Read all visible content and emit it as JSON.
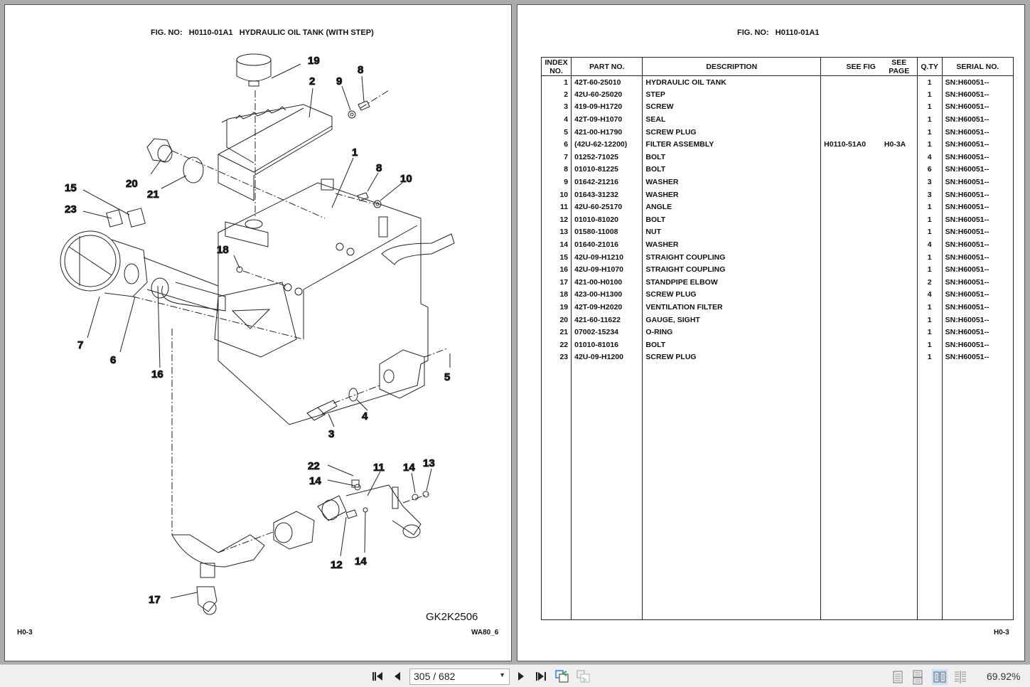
{
  "left_page": {
    "fig_title": "FIG. NO:   H0110-01A1   HYDRAULIC OIL TANK (WITH STEP)",
    "drawing_code": "GK2K2506",
    "footer_left": "H0-3",
    "footer_right": "WA80_6",
    "callouts": [
      "19",
      "2",
      "9",
      "8",
      "1",
      "8",
      "10",
      "20",
      "21",
      "15",
      "23",
      "18",
      "7",
      "6",
      "16",
      "5",
      "4",
      "3",
      "22",
      "14",
      "11",
      "14",
      "13",
      "12",
      "14",
      "17"
    ]
  },
  "right_page": {
    "fig_title": "FIG. NO:   H0110-01A1",
    "footer_right": "H0-3",
    "table": {
      "headers": {
        "index": "INDEX NO.",
        "part_no": "PART NO.",
        "description": "DESCRIPTION",
        "see_fig": "SEE FIG",
        "see_page": "SEE PAGE",
        "qty": "Q.TY",
        "serial_no": "SERIAL NO."
      },
      "rows": [
        {
          "index": "1",
          "part_no": "42T-60-25010",
          "description": "HYDRAULIC OIL TANK",
          "see_fig": "",
          "see_page": "",
          "qty": "1",
          "serial_no": "SN:H60051--"
        },
        {
          "index": "2",
          "part_no": "42U-60-25020",
          "description": "STEP",
          "see_fig": "",
          "see_page": "",
          "qty": "1",
          "serial_no": "SN:H60051--"
        },
        {
          "index": "3",
          "part_no": "419-09-H1720",
          "description": "SCREW",
          "see_fig": "",
          "see_page": "",
          "qty": "1",
          "serial_no": "SN:H60051--"
        },
        {
          "index": "4",
          "part_no": "42T-09-H1070",
          "description": "SEAL",
          "see_fig": "",
          "see_page": "",
          "qty": "1",
          "serial_no": "SN:H60051--"
        },
        {
          "index": "5",
          "part_no": "421-00-H1790",
          "description": "SCREW PLUG",
          "see_fig": "",
          "see_page": "",
          "qty": "1",
          "serial_no": "SN:H60051--"
        },
        {
          "index": "6",
          "part_no": "(42U-62-12200)",
          "description": "FILTER ASSEMBLY",
          "see_fig": "H0110-51A0",
          "see_page": "H0-3A",
          "qty": "1",
          "serial_no": "SN:H60051--"
        },
        {
          "index": "7",
          "part_no": "01252-71025",
          "description": "BOLT",
          "see_fig": "",
          "see_page": "",
          "qty": "4",
          "serial_no": "SN:H60051--"
        },
        {
          "index": "8",
          "part_no": "01010-81225",
          "description": "BOLT",
          "see_fig": "",
          "see_page": "",
          "qty": "6",
          "serial_no": "SN:H60051--"
        },
        {
          "index": "9",
          "part_no": "01642-21216",
          "description": "WASHER",
          "see_fig": "",
          "see_page": "",
          "qty": "3",
          "serial_no": "SN:H60051--"
        },
        {
          "index": "10",
          "part_no": "01643-31232",
          "description": "WASHER",
          "see_fig": "",
          "see_page": "",
          "qty": "3",
          "serial_no": "SN:H60051--"
        },
        {
          "index": "11",
          "part_no": "42U-60-25170",
          "description": "ANGLE",
          "see_fig": "",
          "see_page": "",
          "qty": "1",
          "serial_no": "SN:H60051--"
        },
        {
          "index": "12",
          "part_no": "01010-81020",
          "description": "BOLT",
          "see_fig": "",
          "see_page": "",
          "qty": "1",
          "serial_no": "SN:H60051--"
        },
        {
          "index": "13",
          "part_no": "01580-11008",
          "description": "NUT",
          "see_fig": "",
          "see_page": "",
          "qty": "1",
          "serial_no": "SN:H60051--"
        },
        {
          "index": "14",
          "part_no": "01640-21016",
          "description": "WASHER",
          "see_fig": "",
          "see_page": "",
          "qty": "4",
          "serial_no": "SN:H60051--"
        },
        {
          "index": "15",
          "part_no": "42U-09-H1210",
          "description": "STRAIGHT COUPLING",
          "see_fig": "",
          "see_page": "",
          "qty": "1",
          "serial_no": "SN:H60051--"
        },
        {
          "index": "16",
          "part_no": "42U-09-H1070",
          "description": "STRAIGHT COUPLING",
          "see_fig": "",
          "see_page": "",
          "qty": "1",
          "serial_no": "SN:H60051--"
        },
        {
          "index": "17",
          "part_no": "421-00-H0100",
          "description": "STANDPIPE ELBOW",
          "see_fig": "",
          "see_page": "",
          "qty": "2",
          "serial_no": "SN:H60051--"
        },
        {
          "index": "18",
          "part_no": "423-00-H1300",
          "description": "SCREW PLUG",
          "see_fig": "",
          "see_page": "",
          "qty": "4",
          "serial_no": "SN:H60051--"
        },
        {
          "index": "19",
          "part_no": "42T-09-H2020",
          "description": "VENTILATION FILTER",
          "see_fig": "",
          "see_page": "",
          "qty": "1",
          "serial_no": "SN:H60051--"
        },
        {
          "index": "20",
          "part_no": "421-60-11622",
          "description": "GAUGE, SIGHT",
          "see_fig": "",
          "see_page": "",
          "qty": "1",
          "serial_no": "SN:H60051--"
        },
        {
          "index": "21",
          "part_no": "07002-15234",
          "description": "O-RING",
          "see_fig": "",
          "see_page": "",
          "qty": "1",
          "serial_no": "SN:H60051--"
        },
        {
          "index": "22",
          "part_no": "01010-81016",
          "description": "BOLT",
          "see_fig": "",
          "see_page": "",
          "qty": "1",
          "serial_no": "SN:H60051--"
        },
        {
          "index": "23",
          "part_no": "42U-09-H1200",
          "description": "SCREW PLUG",
          "see_fig": "",
          "see_page": "",
          "qty": "1",
          "serial_no": "SN:H60051--"
        }
      ]
    }
  },
  "toolbar": {
    "first_page_icon": "first-page-icon",
    "prev_page_icon": "prev-page-icon",
    "page_indicator": "305 / 682",
    "next_page_icon": "next-page-icon",
    "last_page_icon": "last-page-icon",
    "back_view_icon": "previous-view-icon",
    "forward_view_icon": "next-view-icon",
    "view_modes": [
      "single-page-icon",
      "continuous-icon",
      "facing-pages-icon",
      "continuous-facing-icon"
    ],
    "active_view_mode": "facing-pages-icon",
    "zoom_level": "69.92%"
  },
  "colors": {
    "background": "#ababab",
    "toolbar": "#f0f0f0",
    "active_view": "#cce0f7",
    "accent_icon": "#2b7fd6",
    "icon_arrow_green": "#3aa655"
  }
}
